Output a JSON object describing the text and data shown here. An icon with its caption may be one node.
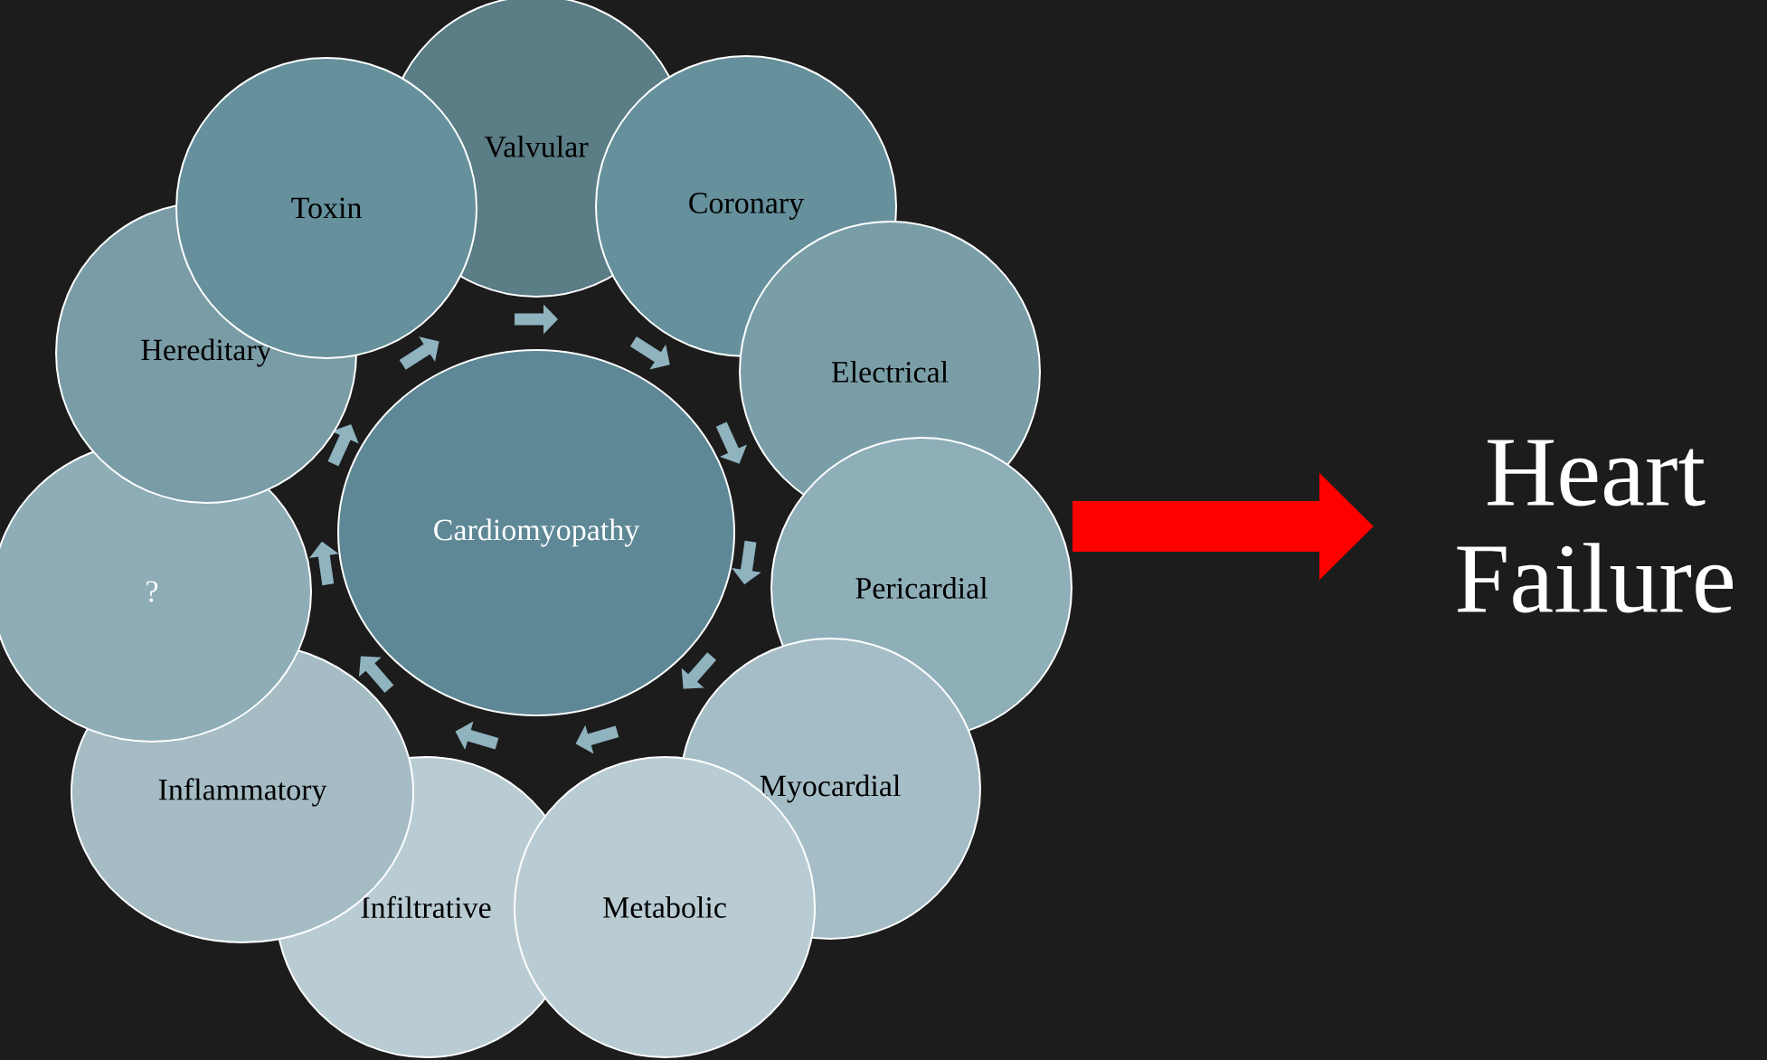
{
  "diagram": {
    "nodes": [
      {
        "text": [
          "Valvular"
        ]
      },
      {
        "text": [
          "Coronary"
        ]
      },
      {
        "text": [
          "Electrical"
        ]
      },
      {
        "text": [
          "Pericardial"
        ]
      },
      {
        "text": [
          "Myocardial"
        ]
      },
      {
        "text": [
          "Metabolic"
        ]
      },
      {
        "text": [
          "Infiltrative"
        ]
      },
      {
        "text": [
          "Inflammatory"
        ]
      },
      {
        "text": [
          "?"
        ]
      },
      {
        "text": [
          "Hereditary"
        ]
      },
      {
        "text": [
          "Toxin"
        ]
      },
      {
        "text": [
          "Cardiomyopathy"
        ]
      },
      {
        "text": [
          "Heart Failure"
        ]
      }
    ],
    "edges": [
      {
        "from": 3,
        "to": 12,
        "arrow": "to",
        "color": "#ff0000"
      }
    ]
  }
}
